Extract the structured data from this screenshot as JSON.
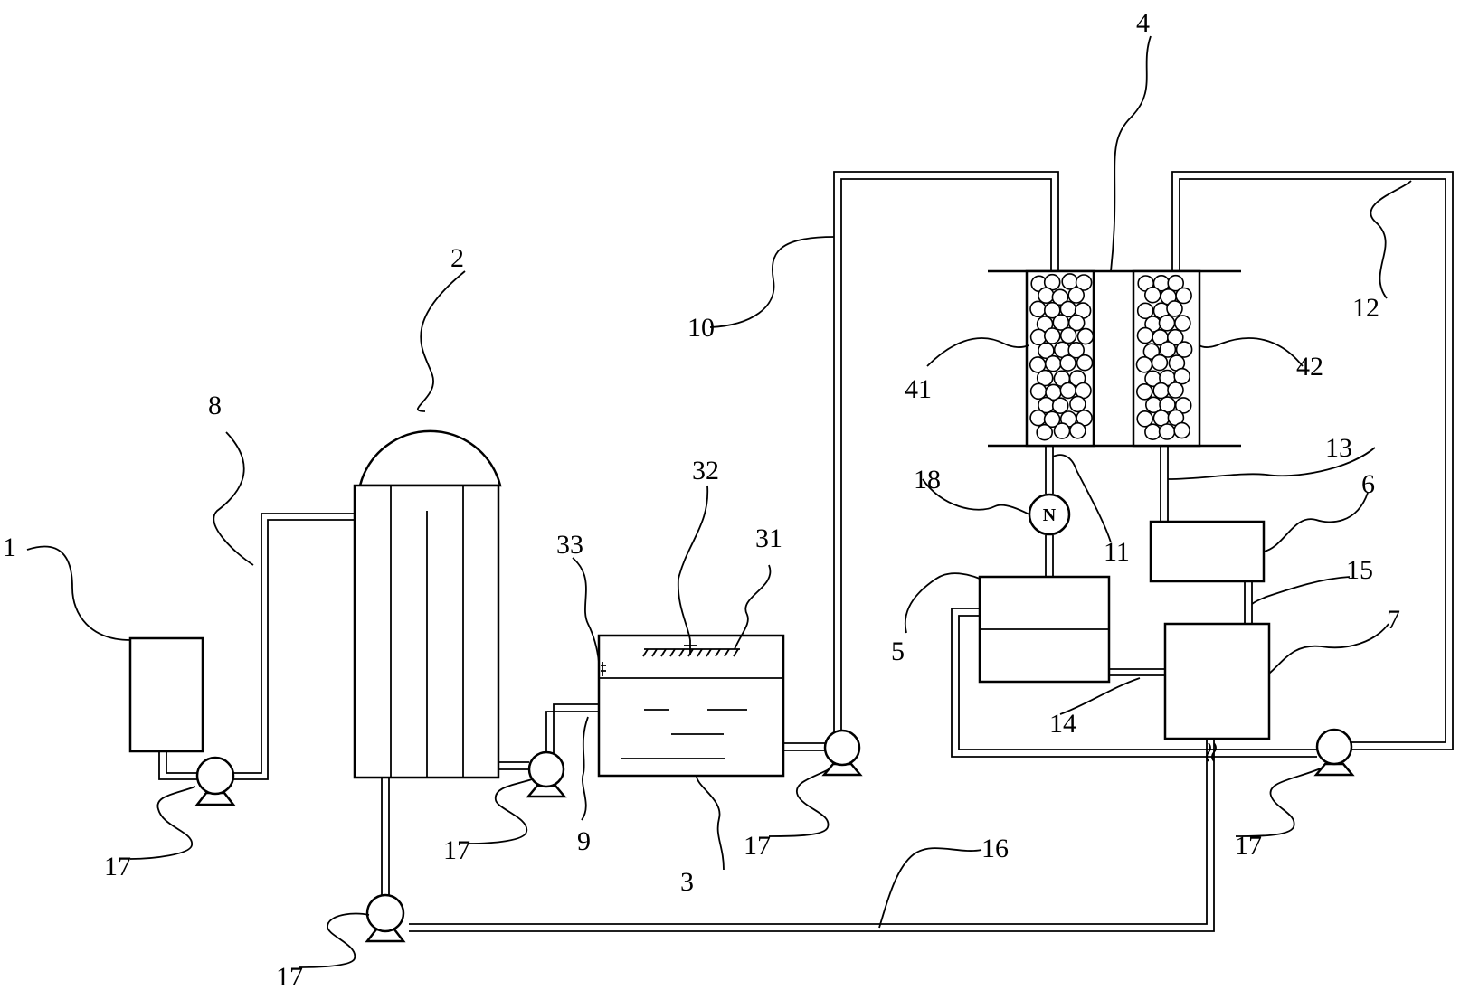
{
  "labels": {
    "l1": "1",
    "l2": "2",
    "l3": "3",
    "l4": "4",
    "l5": "5",
    "l6": "6",
    "l7": "7",
    "l8": "8",
    "l9": "9",
    "l10": "10",
    "l11": "11",
    "l12": "12",
    "l13": "13",
    "l14": "14",
    "l15": "15",
    "l16": "16",
    "l18": "18",
    "l31": "31",
    "l32": "32",
    "l33": "33",
    "l41": "41",
    "l42": "42",
    "l17": "17"
  },
  "meter_mark": "N"
}
